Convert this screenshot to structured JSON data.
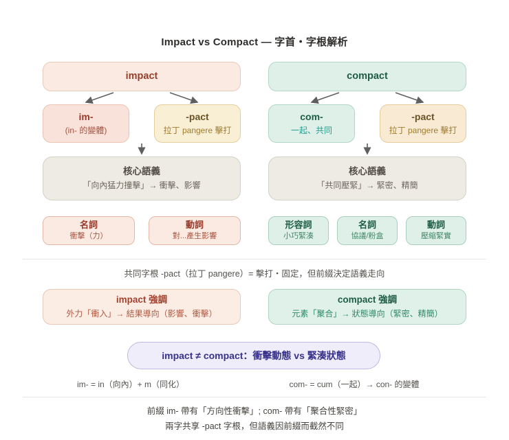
{
  "title": "Impact vs Compact — 字首・字根解析",
  "left": {
    "word": "impact",
    "prefix": {
      "title": "im-",
      "subtitle": "(in- 的變體)"
    },
    "root": {
      "title": "-pact",
      "subtitle": "拉丁 pangere 擊打"
    },
    "core": {
      "title": "核心語義",
      "subtitle": "「向內猛力撞擊」→ 衝擊、影響"
    },
    "pos": [
      {
        "title": "名詞",
        "subtitle": "衝擊（力）"
      },
      {
        "title": "動詞",
        "subtitle": "對...產生影響"
      }
    ],
    "emphasis": {
      "title": "impact 強調",
      "subtitle": "外力「衝入」→ 結果導向（影響、衝擊）"
    },
    "formula": "im- = in（向內）+ m（同化）"
  },
  "right": {
    "word": "compact",
    "prefix": {
      "title": "com-",
      "subtitle": "一起、共同"
    },
    "root": {
      "title": "-pact",
      "subtitle": "拉丁 pangere 擊打"
    },
    "core": {
      "title": "核心語義",
      "subtitle": "「共同壓緊」→ 緊密、精簡"
    },
    "pos": [
      {
        "title": "形容詞",
        "subtitle": "小巧緊湊"
      },
      {
        "title": "名詞",
        "subtitle": "協議/粉盒"
      },
      {
        "title": "動詞",
        "subtitle": "壓縮緊實"
      }
    ],
    "emphasis": {
      "title": "compact 強調",
      "subtitle": "元素「聚合」→ 狀態導向（緊密、精簡）"
    },
    "formula": "com- = cum（一起）→ con- 的變體"
  },
  "shared_root_note": "共同字根 -pact（拉丁 pangere）= 擊打・固定，但前綴決定語義走向",
  "conclusion": "impact ≠ compact：衝擊動態 vs 緊湊狀態",
  "footer": {
    "line1": "前綴 im- 帶有「方向性衝擊」; com- 帶有「聚合性緊密」",
    "line2": "兩字共享 -pact 字根，但語義因前綴而截然不同"
  },
  "colors": {
    "impact_accent": "#96402c",
    "impact_fill": "#faeae2",
    "compact_accent": "#1d5c45",
    "compact_fill": "#dff0e8",
    "root_fill": "#f9efd5",
    "root_accent": "#a07b2e",
    "com_subtitle_teal": "#2a9d8f",
    "core_fill": "#edebe4",
    "conclusion_fill": "#eeedf9",
    "conclusion_accent": "#37318c",
    "arrow": "#5f5f5f"
  }
}
